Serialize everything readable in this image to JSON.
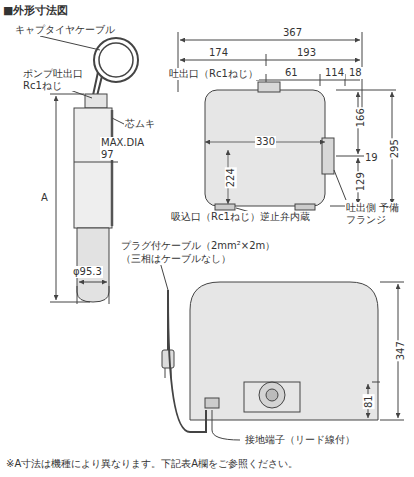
{
  "diagram": {
    "title": "■外形寸法図",
    "caption": "※A寸法は機種により異なります。下記表A欄をご参照ください。",
    "labels": [
      "キャプタイヤケーブル",
      "ポンプ吐出口 Rc1ねじ",
      "芯ムキ",
      "MAX.DIA 97",
      "A",
      "φ95.3",
      "367",
      "174",
      "193",
      "吐出口（Rc1ねじ）",
      "61",
      "114",
      "18",
      "330",
      "166",
      "224",
      "295",
      "19",
      "129",
      "吸込口（Rc1ねじ）逆止弁内蔵",
      "吐出側 予備フランジ",
      "プラグ付ケーブル（2mm²×2m）",
      "（三相はケーブルなし）",
      "347",
      "81",
      "接地端子（リード線付）"
    ]
  }
}
